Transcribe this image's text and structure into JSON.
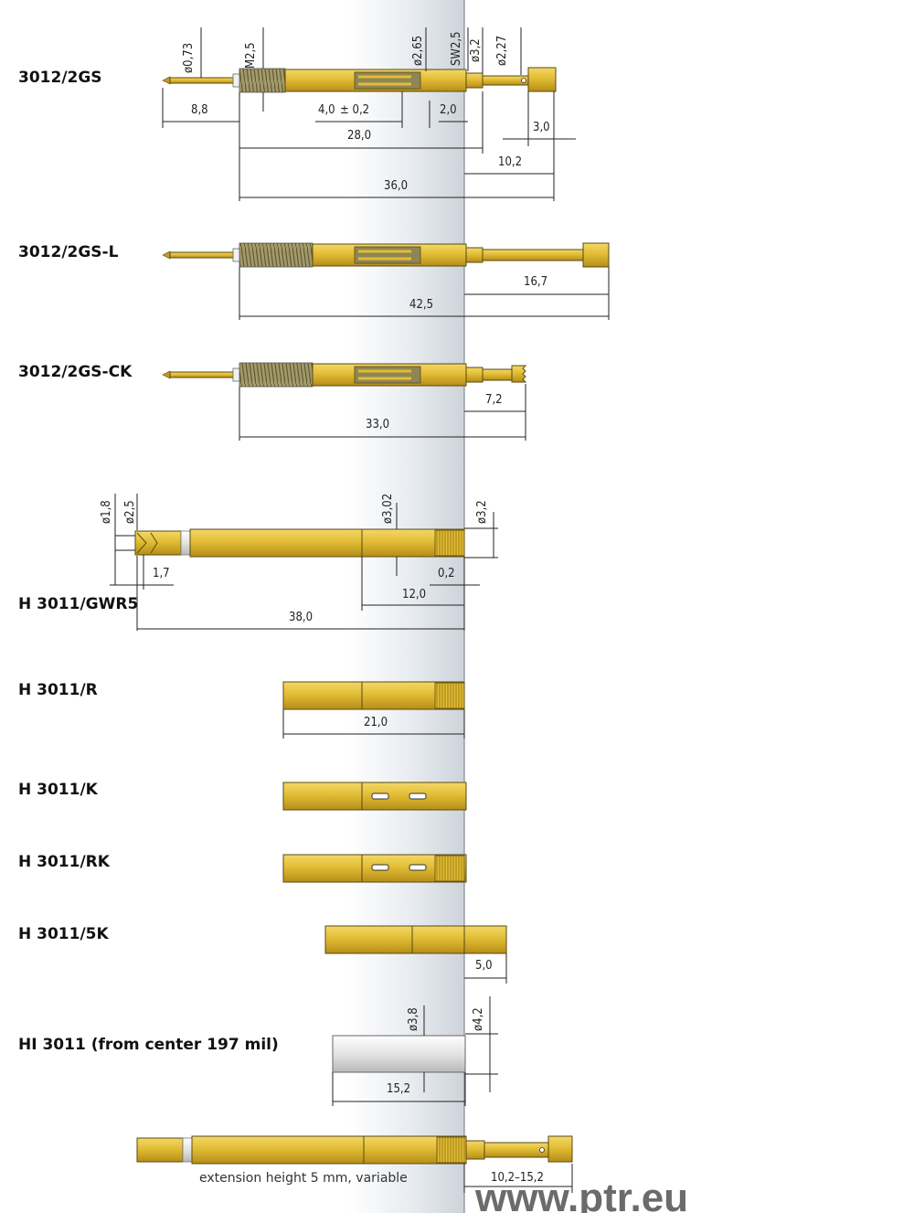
{
  "brand": "www.ptr.eu",
  "note": "extension height 5 mm, variable",
  "colors": {
    "gold": "#e2bd35",
    "gold_dark": "#b8901a",
    "spring": "#8c8356",
    "silver": "#e6e6e6",
    "panel": "#d8dde3"
  },
  "items": [
    {
      "label": "3012/2GS",
      "dims": {
        "d1": "ø0,73",
        "d2": "M2,5",
        "d3": "ø2,65",
        "d4": "SW2,5",
        "d5": "ø3,2",
        "d6": "ø2,27",
        "l1": "8,8",
        "l2": "4,0",
        "l2tol": "± 0,2",
        "l3": "2,0",
        "l4": "3,0",
        "l5": "28,0",
        "l6": "10,2",
        "l7": "36,0"
      }
    },
    {
      "label": "3012/2GS-L",
      "dims": {
        "l1": "16,7",
        "l2": "42,5"
      }
    },
    {
      "label": "3012/2GS-CK",
      "dims": {
        "l1": "7,2",
        "l2": "33,0"
      }
    },
    {
      "label": "H 3011/GWR5",
      "dims": {
        "d1": "ø1,8",
        "d2": "ø2,5",
        "d3": "ø3,02",
        "d4": "ø3,2",
        "l1": "1,7",
        "l2": "0,2",
        "l3": "12,0",
        "l4": "38,0"
      }
    },
    {
      "label": "H 3011/R",
      "dims": {
        "l1": "21,0"
      }
    },
    {
      "label": "H 3011/K",
      "dims": {}
    },
    {
      "label": "H 3011/RK",
      "dims": {}
    },
    {
      "label": "H 3011/5K",
      "dims": {
        "l1": "5,0"
      }
    },
    {
      "label": "HI 3011 (from center 197 mil)",
      "dims": {
        "d1": "ø3,8",
        "d2": "ø4,2",
        "l1": "15,2"
      }
    },
    {
      "label": "",
      "dims": {
        "l1": "10,2–15,2"
      }
    }
  ]
}
